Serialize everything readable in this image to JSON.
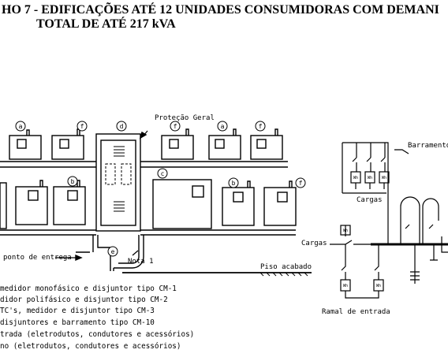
{
  "title": {
    "line1": "HO 7 - EDIFICAÇÕES ATÉ 12 UNIDADES CONSUMIDORAS COM DEMANI",
    "line2": "TOTAL  DE ATÉ 217 kVA"
  },
  "labels": {
    "protecao_geral": "Proteção Geral",
    "ponto_entrega": "ponto de entrega",
    "nota": "Nota 1",
    "piso": "Piso acabado",
    "barramento": "Barramento",
    "cargas_top": "Cargas",
    "cargas_left": "Cargas",
    "ramal": "Ramal de entrada",
    "meter": "Wh"
  },
  "circle_letters": [
    "a",
    "f",
    "d",
    "f",
    "a",
    "f",
    "b",
    "c",
    "b",
    "f",
    "e"
  ],
  "legend": [
    "medidor monofásico e disjuntor tipo CM-1",
    "didor polifásico e disjuntor tipo CM-2",
    "TC's, medidor e disjuntor tipo CM-3",
    "disjuntores e barramento tipo CM-10",
    "trada (eletrodutos, condutores e acessórios)",
    "no (eletrodutos, condutores e acessórios)"
  ]
}
